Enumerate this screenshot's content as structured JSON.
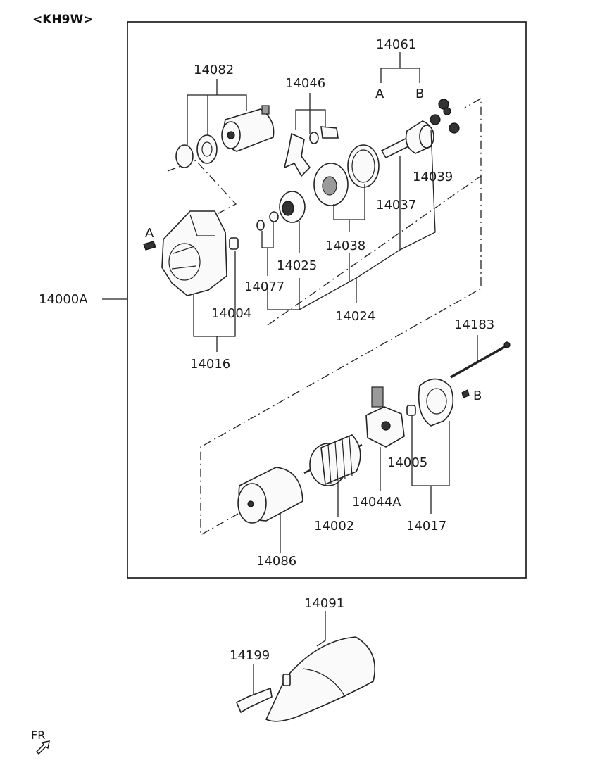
{
  "header": {
    "model_code": "<KH9W>"
  },
  "parts": {
    "p14000A": "14000A",
    "p14082": "14082",
    "p14046": "14046",
    "p14061": "14061",
    "p14039": "14039",
    "p14037": "14037",
    "p14038": "14038",
    "p14025": "14025",
    "p14077": "14077",
    "p14024": "14024",
    "p14004": "14004",
    "p14016": "14016",
    "p14183": "14183",
    "p14005": "14005",
    "p14044A": "14044A",
    "p14017": "14017",
    "p14002": "14002",
    "p14086": "14086",
    "p14091": "14091",
    "p14199": "14199"
  },
  "refs": {
    "a_top": "A",
    "b_top": "B",
    "a_left": "A",
    "b_right": "B"
  },
  "orientation": {
    "label": "FR"
  }
}
